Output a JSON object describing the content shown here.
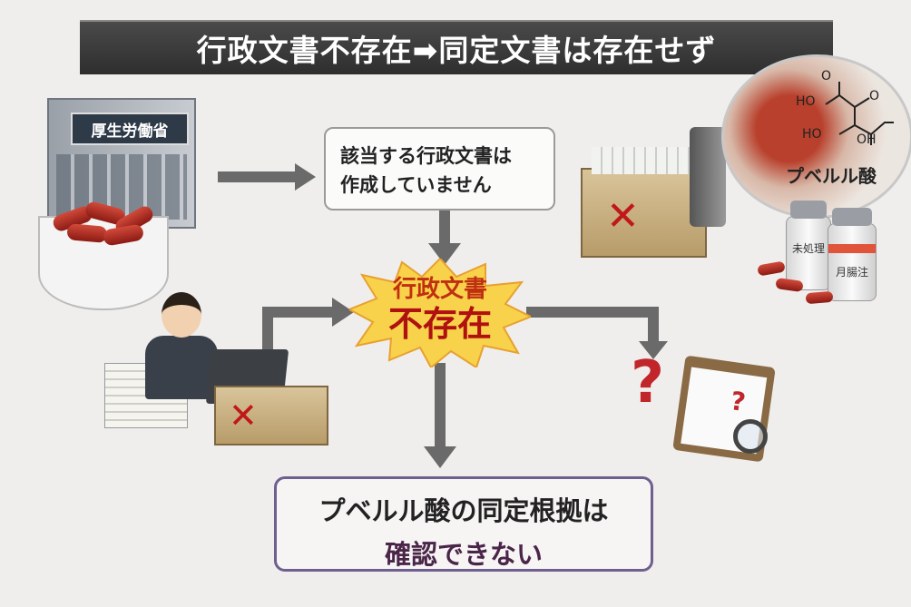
{
  "title": "行政文書不存在➡同定文書は存在せず",
  "building_sign": "厚生労働省",
  "quote_box": {
    "line1": "該当する行政文書は",
    "line2": "作成していません"
  },
  "burst": {
    "line1": "行政文書",
    "line2": "不存在"
  },
  "molecule": {
    "label": "プベルル酸",
    "atoms": [
      "O",
      "O",
      "HO",
      "HO",
      "OH"
    ]
  },
  "bottles": [
    "未処理",
    "月腸注"
  ],
  "conclusion": {
    "line1": "プベルル酸の同定根拠は",
    "line2": "確認できない"
  },
  "question_mark": "?",
  "x_mark": "✕",
  "colors": {
    "burst_yellow": "#f7d24a",
    "alert_red": "#c01818",
    "conclusion_border": "#6e5f8e"
  }
}
